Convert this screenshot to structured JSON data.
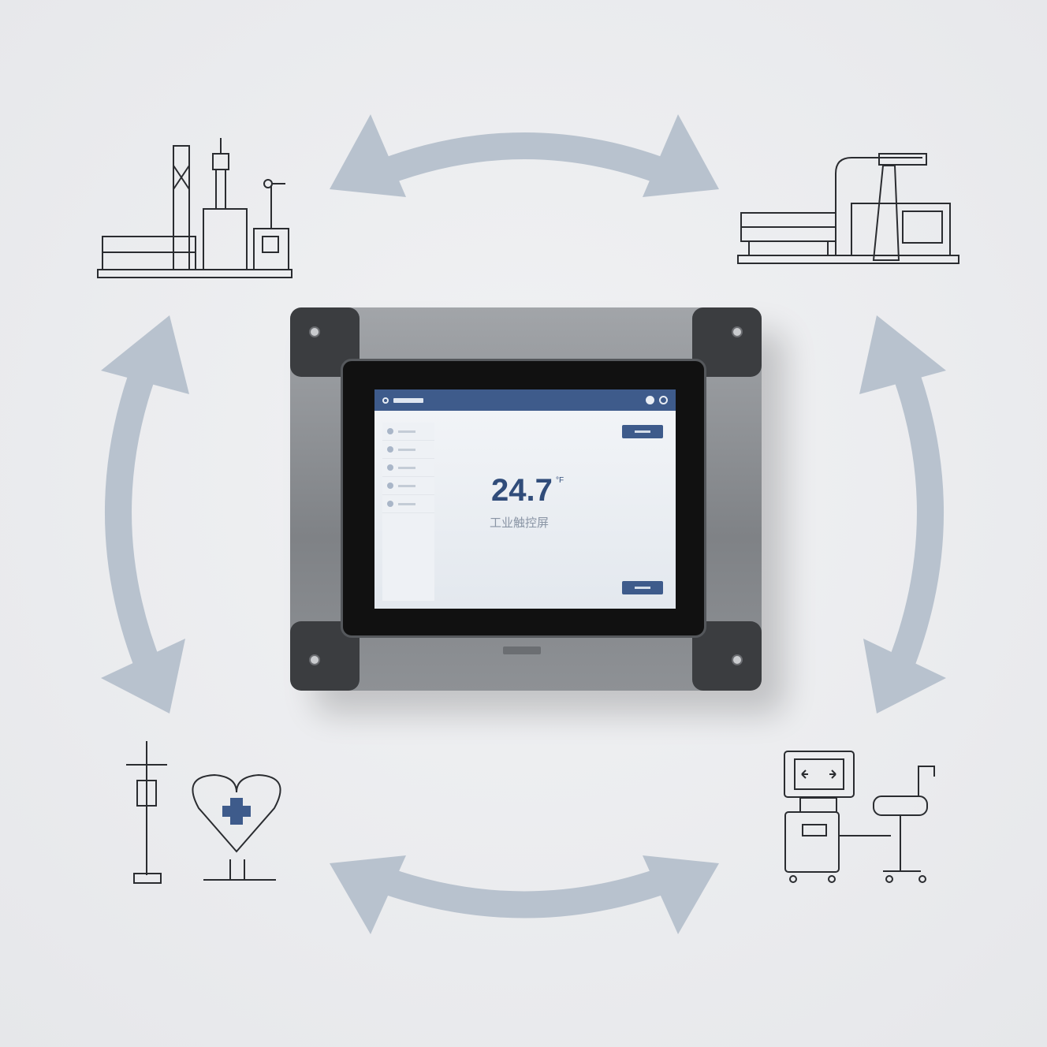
{
  "screen": {
    "reading_value": "24.7",
    "reading_unit": "°F",
    "subtitle": "工业触控屏"
  },
  "colors": {
    "background": "#e9eaec",
    "arrow": "#b8c2ce",
    "accent_blue": "#3e5b8b",
    "device_body": "#8c8f93",
    "bumper": "#3b3d40"
  },
  "icons": [
    "factory-icon",
    "assembly-machine-icon",
    "medical-heart-iv-icon",
    "medical-equipment-icon",
    "cycle-arrows-icon"
  ]
}
